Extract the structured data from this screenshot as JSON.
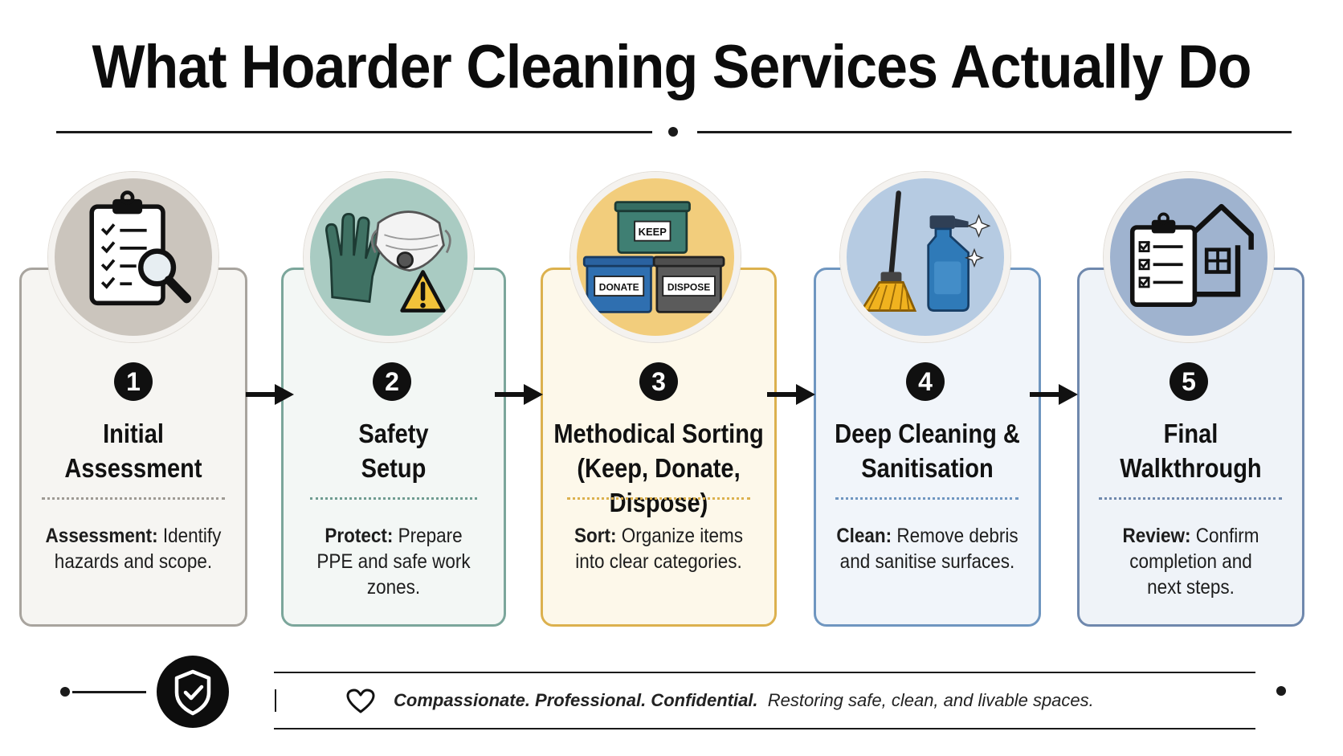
{
  "title": "What Hoarder Cleaning Services Actually Do",
  "steps": [
    {
      "number": "1",
      "title_line1": "Initial",
      "title_line2": "Assessment",
      "label": "Assessment:",
      "desc_line1": " Identify",
      "desc_line2": "hazards and scope.",
      "desc_line3": "",
      "accent": "#9e9a94",
      "bg": "#f6f5f2",
      "circle": "#cbc5bd"
    },
    {
      "number": "2",
      "title_line1": "Safety",
      "title_line2": "Setup",
      "label": "Protect:",
      "desc_line1": " Prepare",
      "desc_line2": "PPE and safe work",
      "desc_line3": "zones.",
      "accent": "#6f9c91",
      "bg": "#f3f7f5",
      "circle": "#a9cbc2"
    },
    {
      "number": "3",
      "title_line1": "Methodical Sorting",
      "title_line2": "(Keep, Donate, Dispose)",
      "label": "Sort:",
      "desc_line1": " Organize items",
      "desc_line2": "into clear categories.",
      "desc_line3": "",
      "accent": "#dcb14e",
      "bg": "#fdf8ea",
      "circle": "#f2cd7c"
    },
    {
      "number": "4",
      "title_line1": "Deep Cleaning &",
      "title_line2": "Sanitisation",
      "label": "Clean:",
      "desc_line1": " Remove debris",
      "desc_line2": "and sanitise surfaces.",
      "desc_line3": "",
      "accent": "#6f96c0",
      "bg": "#f1f5fa",
      "circle": "#b6cbe2"
    },
    {
      "number": "5",
      "title_line1": "Final",
      "title_line2": "Walkthrough",
      "label": "Review:",
      "desc_line1": " Confirm",
      "desc_line2": "completion and",
      "desc_line3": "next steps.",
      "accent": "#6f88ad",
      "bg": "#eff3f8",
      "circle": "#9fb3cf"
    }
  ],
  "icons": {
    "step1": "clipboard-magnifier-icon",
    "step2": "gloves-mask-warning-icon",
    "step3": "sorting-bins-icon",
    "step4": "broom-spray-icon",
    "step5": "checklist-house-icon"
  },
  "bins": {
    "keep": "KEEP",
    "donate": "DONATE",
    "dispose": "DISPOSE"
  },
  "footer": {
    "bold": "Compassionate. Professional. Confidential.",
    "text": "  Restoring safe, clean, and livable spaces."
  }
}
